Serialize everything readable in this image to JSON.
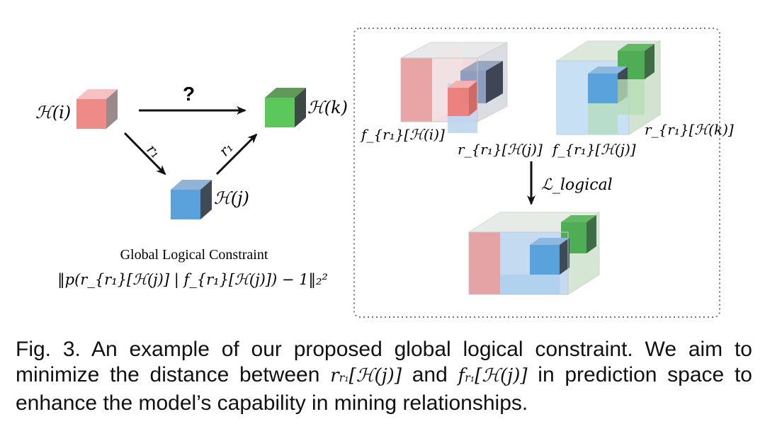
{
  "diagram": {
    "node_i": "ℋ(i)",
    "node_j": "ℋ(j)",
    "node_k": "ℋ(k)",
    "edge_question": "?",
    "edge_r1_left": "r₁",
    "edge_r1_right": "r₁",
    "constraint_title": "Global Logical Constraint",
    "constraint_formula": "‖p(r_{r₁}[ℋ(j)] | f_{r₁}[ℋ(j)]) − 1‖₂²",
    "label_f_hi": "f_{r₁}[ℋ(i)]",
    "label_r_hj": "r_{r₁}[ℋ(j)]",
    "label_f_hj": "f_{r₁}[ℋ(j)]",
    "label_r_hk": "r_{r₁}[ℋ(k)]",
    "loss_label": "ℒ_logical"
  },
  "caption": {
    "part1": "Fig. 3. An example of our proposed global logical constraint. We aim to minimize the distance between",
    "math1": "r",
    "math1_sub": "r₁",
    "math1_rest": "[ℋ(j)]",
    "part2": "and",
    "math2": "f",
    "math2_sub": "r₁",
    "math2_rest": "[ℋ(j)]",
    "part3": "in prediction space to enhance the model’s capability in mining relationships."
  },
  "colors": {
    "red_cube": "#ee8a88",
    "green_cube": "#5cc85c",
    "blue_cube": "#5aa2dc",
    "dark_face": "#404a55",
    "dotted_border": "#777777"
  }
}
